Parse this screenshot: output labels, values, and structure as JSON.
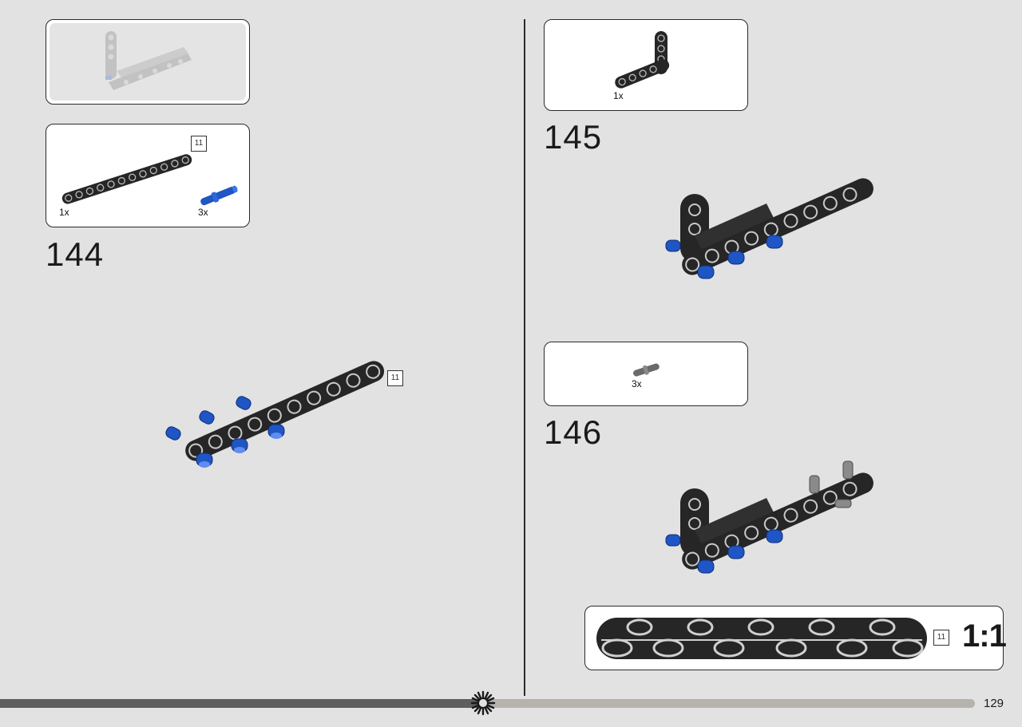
{
  "steps": {
    "s144": {
      "number": "144",
      "parts": [
        {
          "qty": "1x",
          "name": "black-beam-11"
        },
        {
          "qty": "3x",
          "name": "blue-pin"
        }
      ],
      "beam_tag": "11"
    },
    "s145": {
      "number": "145",
      "parts": [
        {
          "qty": "1x",
          "name": "black-l-beam"
        }
      ]
    },
    "s146": {
      "number": "146",
      "parts": [
        {
          "qty": "3x",
          "name": "gray-pin"
        }
      ]
    }
  },
  "model_tag": "11",
  "scale_panel": {
    "tag": "11",
    "label": "1:1"
  },
  "footer": {
    "page_number": "129"
  },
  "colors": {
    "background": "#e2e2e2",
    "beam": "#262626",
    "pin_blue": "#1f55c4",
    "pin_gray": "#8a8a8a"
  }
}
